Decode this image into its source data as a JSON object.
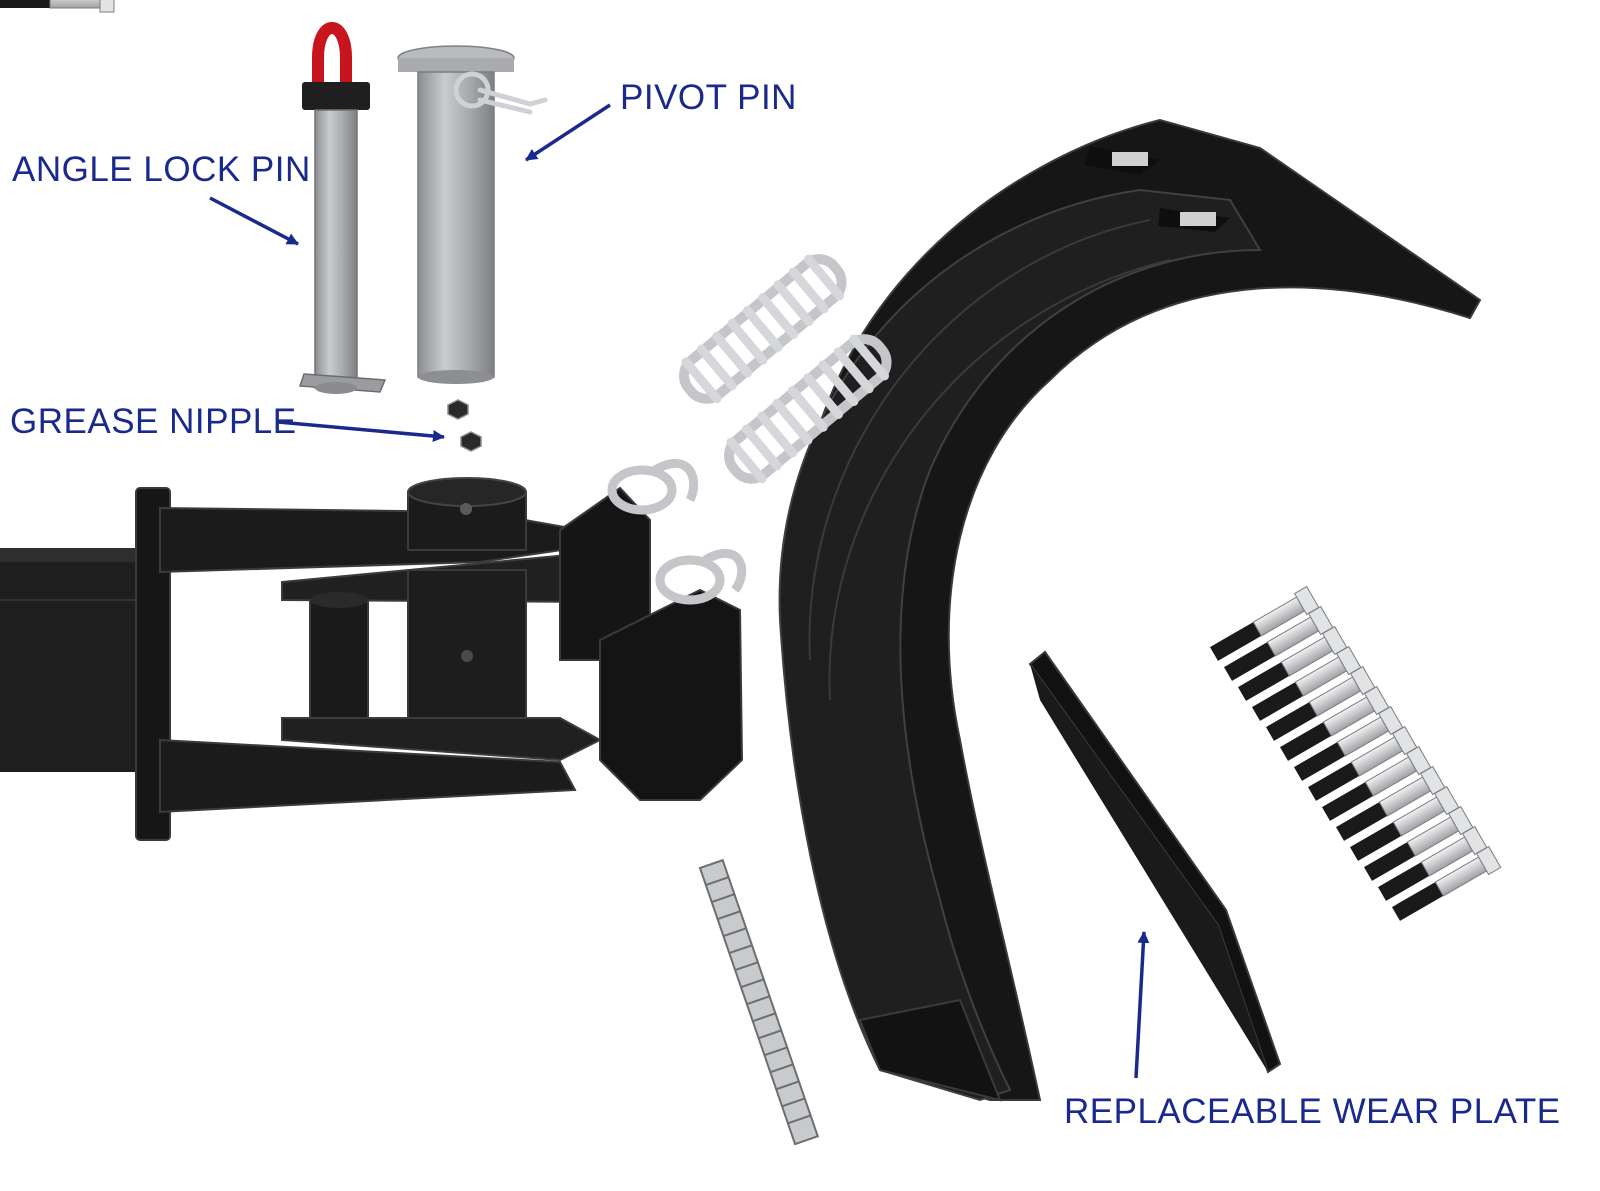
{
  "labels": {
    "angle_lock_pin": "ANGLE LOCK PIN",
    "pivot_pin": "PIVOT PIN",
    "grease_nipple": "GREASE NIPPLE",
    "wear_plate": "REPLACEABLE WEAR PLATE"
  },
  "colors": {
    "label_text": "#1a2a8c",
    "arrow": "#1a2a8c",
    "steel_dark": "#1c1c1c",
    "steel_edge": "#3a3a3a",
    "pin_grey": "#a7a9ad",
    "spring_grey": "#c4c6c9",
    "handle_red": "#c8141c",
    "bolt_silver": "#d9dadc"
  }
}
